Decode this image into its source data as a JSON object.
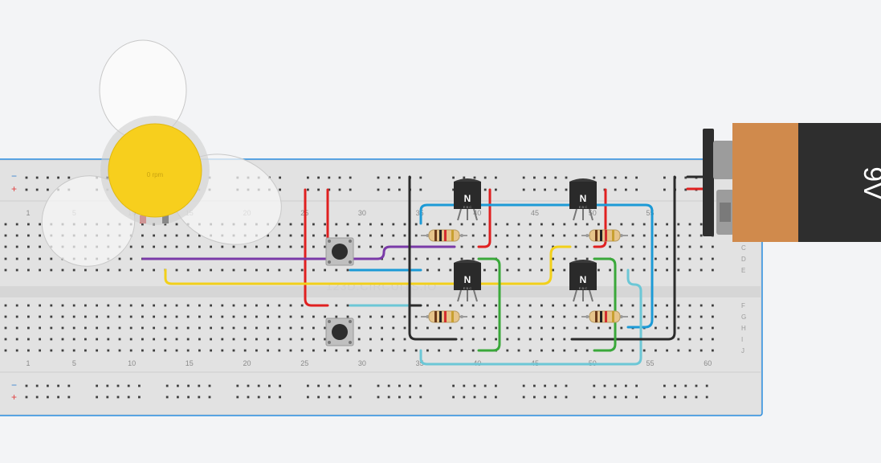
{
  "breadboard": {
    "column_numbers": [
      "1",
      "5",
      "10",
      "15",
      "20",
      "25",
      "30",
      "35",
      "40",
      "45",
      "50",
      "55",
      "60"
    ],
    "row_letters_top": [
      "C",
      "D",
      "E"
    ],
    "row_letters_bottom": [
      "F",
      "G",
      "H",
      "I",
      "J"
    ],
    "rail_minus": "−",
    "rail_plus": "+",
    "watermark": "123D.CIRCUITS.IO"
  },
  "motor": {
    "speed_label": "0 rpm"
  },
  "transistors": [
    {
      "label": "N",
      "pins": "E B C"
    },
    {
      "label": "N",
      "pins": "E B C"
    },
    {
      "label": "N",
      "pins": "E B C"
    },
    {
      "label": "N",
      "pins": "E B C"
    }
  ],
  "battery": {
    "voltage_label": "9V"
  },
  "colors": {
    "wire_red": "#e02020",
    "wire_blue": "#1c9ad6",
    "wire_purple": "#7a3aa8",
    "wire_yellow": "#f2d01a",
    "wire_black": "#2b2b2b",
    "wire_green": "#3aa83a",
    "wire_cyan": "#6cc7d6",
    "battery_body": "#d08a4c",
    "motor_hub": "#f7cf1d"
  }
}
